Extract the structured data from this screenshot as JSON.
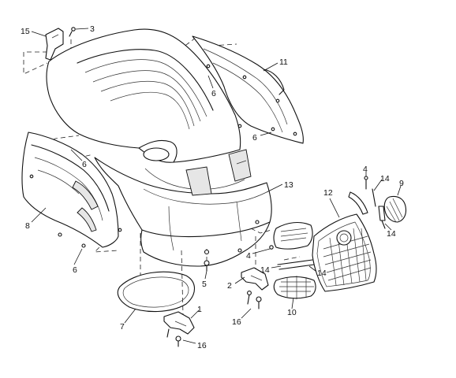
{
  "callouts": [
    {
      "id": "c15",
      "text": "15"
    },
    {
      "id": "c3",
      "text": "3"
    },
    {
      "id": "c11",
      "text": "11"
    },
    {
      "id": "c6a",
      "text": "6"
    },
    {
      "id": "c6b",
      "text": "6"
    },
    {
      "id": "c6c",
      "text": "6"
    },
    {
      "id": "c6d",
      "text": "6"
    },
    {
      "id": "c8",
      "text": "8"
    },
    {
      "id": "c13",
      "text": "13"
    },
    {
      "id": "c4a",
      "text": "4"
    },
    {
      "id": "c4b",
      "text": "4"
    },
    {
      "id": "c14a",
      "text": "14"
    },
    {
      "id": "c14b",
      "text": "14"
    },
    {
      "id": "c14c",
      "text": "14"
    },
    {
      "id": "c14d",
      "text": "14"
    },
    {
      "id": "c9",
      "text": "9"
    },
    {
      "id": "c12",
      "text": "12"
    },
    {
      "id": "c5",
      "text": "5"
    },
    {
      "id": "c2",
      "text": "2"
    },
    {
      "id": "c10",
      "text": "10"
    },
    {
      "id": "c7",
      "text": "7"
    },
    {
      "id": "c1",
      "text": "1"
    },
    {
      "id": "c16a",
      "text": "16"
    },
    {
      "id": "c16b",
      "text": "16"
    }
  ]
}
